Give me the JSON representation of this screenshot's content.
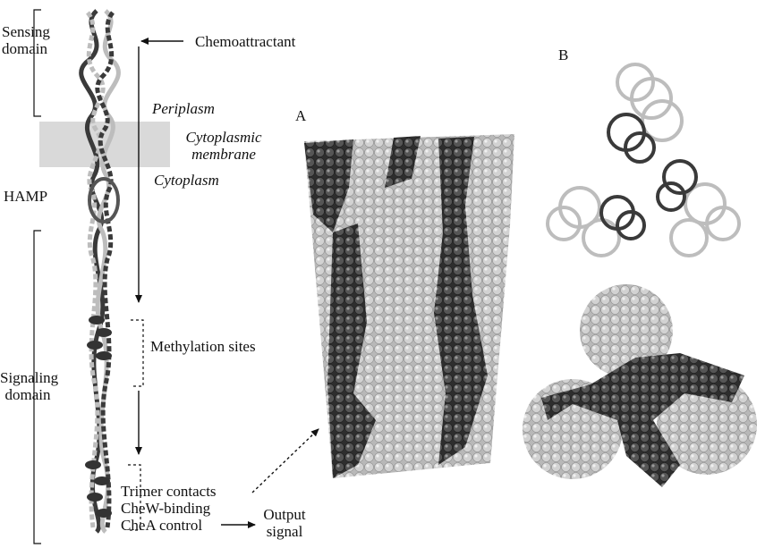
{
  "labels": {
    "sensing_domain": [
      "Sensing",
      "domain"
    ],
    "hamp": "HAMP",
    "signaling_domain": [
      "Signaling",
      "domain"
    ],
    "chemoattractant": "Chemoattractant",
    "periplasm": "Periplasm",
    "cytoplasmic_membrane": [
      "Cytoplasmic",
      "membrane"
    ],
    "cytoplasm": "Cytoplasm",
    "methylation_sites": "Methylation sites",
    "trimer_contacts": "Trimer contacts",
    "chew_binding": "CheW-binding",
    "chea_control": "CheA control",
    "output_signal": [
      "Output",
      "signal"
    ],
    "panel_a": "A",
    "panel_b": "B"
  },
  "colors": {
    "dark": "#3a3a3a",
    "light": "#bdbdbd",
    "membrane": "#d9d9d9"
  }
}
